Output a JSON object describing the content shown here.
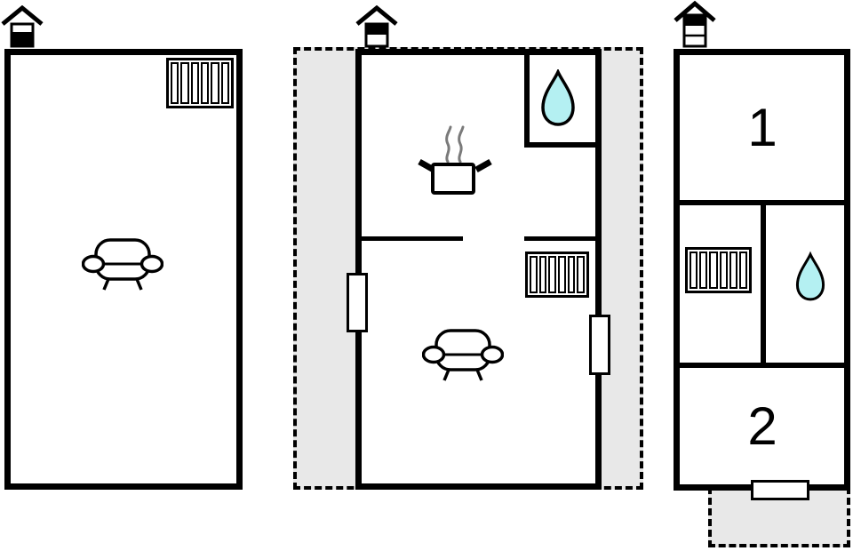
{
  "title": "Holiday home floor plan, three sections",
  "colors": {
    "wall": "#000000",
    "water_drop": "#b4f0f2",
    "terrace_fill": "#e8e8e8",
    "steam": "#7a7a7a",
    "background": "#ffffff"
  },
  "icons": {
    "entrance": "entrance-house-icon",
    "radiator": "radiator-icon",
    "sofa": "sofa-icon",
    "water": "water-drop-icon",
    "stove": "steaming-pot-icon",
    "window": "window-opening",
    "door": "door-opening"
  },
  "units": {
    "left": {
      "name": "left-section",
      "features": [
        "entrance",
        "radiator",
        "sofa"
      ]
    },
    "middle": {
      "name": "middle-section",
      "features": [
        "entrance",
        "bathroom-water-drop",
        "stove-pot",
        "radiator",
        "sofa",
        "window-left",
        "window-right",
        "terrace-dashed"
      ]
    },
    "right": {
      "name": "right-section",
      "rooms": [
        {
          "label": "1"
        },
        {
          "label": "2"
        }
      ],
      "features": [
        "entrance",
        "radiator",
        "bathroom-water-drop",
        "door",
        "terrace-dashed"
      ]
    }
  }
}
